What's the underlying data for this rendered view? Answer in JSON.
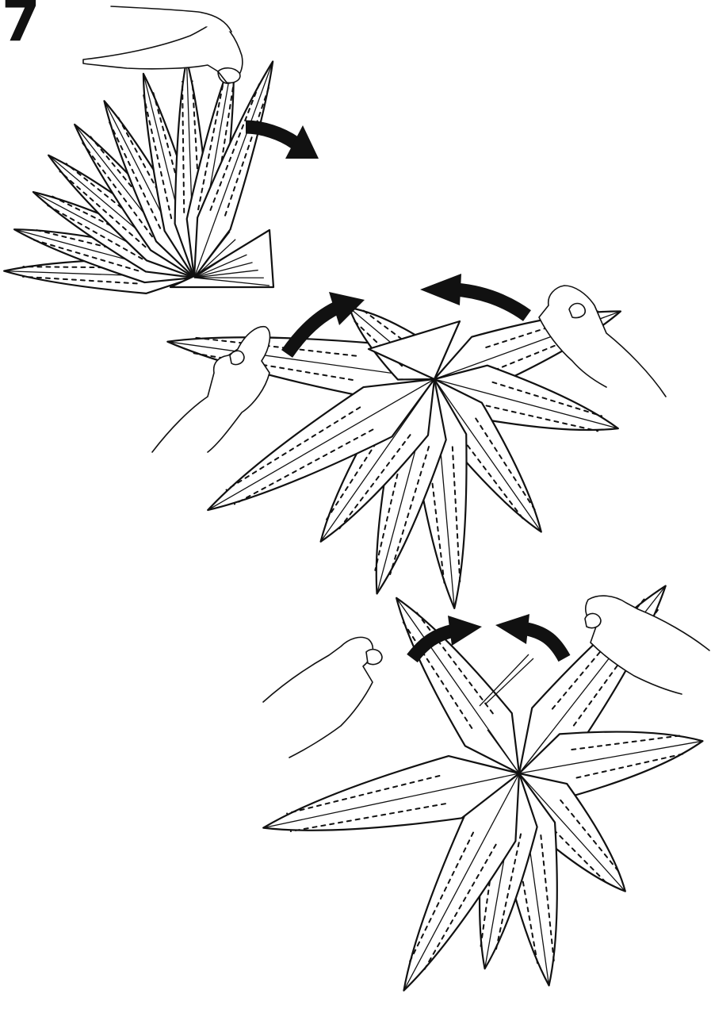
{
  "step": {
    "number": "7"
  },
  "panels": [
    {
      "name": "folded-star-fan",
      "arrows": [
        "unfold-right-arrow"
      ]
    },
    {
      "name": "star-half-open",
      "arrows": [
        "lift-left-arrow",
        "lift-right-arrow"
      ]
    },
    {
      "name": "star-opening-final",
      "arrows": [
        "lift-left-arrow",
        "lift-right-arrow"
      ]
    }
  ],
  "colors": {
    "ink": "#111111",
    "paper": "#ffffff"
  }
}
